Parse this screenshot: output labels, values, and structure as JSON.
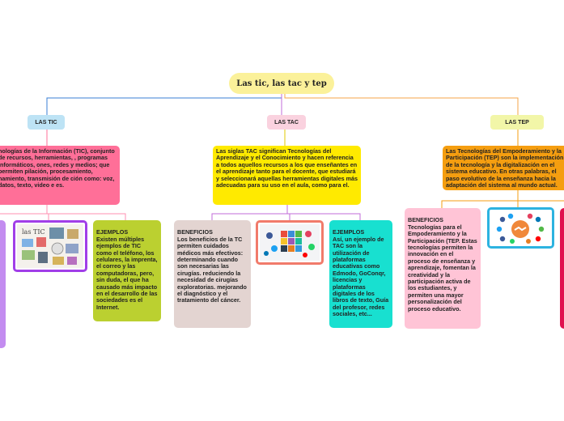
{
  "colors": {
    "root": "#fbf19a",
    "tic": "#ff6f98",
    "tac": "#ffea00",
    "tep": "#f59e10",
    "line_tic": "#3a7fd5",
    "line_tac": "#c26bd8",
    "line_tep": "#f5a54a"
  },
  "root": {
    "title": "Las tic, las tac y tep"
  },
  "branches": {
    "tic": {
      "label": "LAS TIC",
      "main": "nologías de la Información (TIC), conjunto de recursos, herramientas, , programas informáticos, ones, redes y medios; que permiten pilación, procesamiento, namiento, transmisión de ción como: voz, datos, texto, video e es.",
      "image_icon": "tic-collage-icon",
      "image_caption": "las TIC",
      "examples": "EJEMPLOS\nExisten múltiples ejemplos de TIC como el teléfono, los celulares, la imprenta, el correo y las computadoras, pero, sin duda, el que ha causado más impacto en el desarrollo de las sociedades es el Internet."
    },
    "tac": {
      "label": "LAS TAC",
      "main": "Las siglas TAC significan Tecnologías del Aprendizaje y el Conocimiento y hacen referencia a todos aquellos recursos a los que enseñantes en el aprendizaje tanto para el docente, que estudiará y seleccionará aquellas herramientas digitales más adecuadas para su uso en el aula, como para el.",
      "benefits": "BENEFICIOS\nLos beneficios de la TC permiten cuidados médicos más efectivos: determinando cuando son necesarias las cirugías. reduciendo la necesidad de cirugías exploratorias. mejorando el diagnóstico y el tratamiento del cáncer.",
      "image_icon": "app-cube-icon",
      "examples": "EJEMPLOS\nAsí, un ejemplo de TAC son la utilización de plataformas educativas como Edmodo, GoConqr, licencias y plataformas digitales de los libros de texto, Guía del profesor, redes sociales, etc..."
    },
    "tep": {
      "label": "LAS TEP",
      "main": "Las Tecnologías del Empoderamiento y la Participación (TEP) son la implementación de la tecnología y la digitalización en el sistema educativo. En otras palabras, el paso evolutivo de la enseñanza hacia la adaptación del sistema al mundo actual.",
      "benefits": "BENEFICIOS\nTecnologías para el Empoderamiento y la Participación (TEP. Estas tecnologías permiten la innovación en el proceso de enseñanza y aprendizaje, fomentan la creatividad y la participación activa de los estudiantes, y permiten una mayor personalización del proceso educativo.",
      "image_icon": "social-handshake-icon"
    }
  }
}
